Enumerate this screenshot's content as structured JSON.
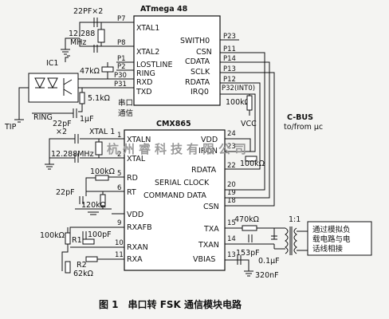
{
  "atmega": {
    "name": "ATmega 48",
    "pins_left": [
      "XTAL1",
      "XTAL2",
      "LOSTLINE",
      "RING",
      "RXD",
      "TXD"
    ],
    "pins_left_num": [
      "P7",
      "P8",
      "P1",
      "P2",
      "P30",
      "P31"
    ],
    "pins_right": [
      "SWITH0",
      "CSN",
      "CDATA",
      "SCLK",
      "RDATA",
      "IRQ0"
    ],
    "pins_right_num": [
      "P23",
      "P11",
      "P14",
      "P13",
      "P12",
      "P32(INT0)"
    ]
  },
  "cmx": {
    "name": "CMX865",
    "pins_left": [
      "XTALN",
      "XTAL",
      "RD",
      "RT",
      "VDD",
      "RXAFB",
      "RXAN",
      "RXA"
    ],
    "pins_left_num": [
      "1",
      "2",
      "5",
      "6",
      "9",
      "10",
      "11"
    ],
    "pins_right": [
      "VDD",
      "IRQN",
      "RDATA",
      "SERIAL CLOCK",
      "COMMAND DATA",
      "CSN",
      "TXA",
      "TXAN",
      "VBIAS"
    ],
    "pins_right_num": [
      "24",
      "23",
      "22",
      "20",
      "19",
      "18",
      "15",
      "14",
      "13"
    ]
  },
  "components": {
    "cap_top": "22PF×2",
    "xtal_top": "12.288",
    "xtal_top_unit": "MHz",
    "ic1": "IC1",
    "r47k": "47kΩ",
    "r51k": "5.1kΩ",
    "c1u": "1μF",
    "ring": "RING",
    "tip": "TIP",
    "serial_port": "串口",
    "serial_comm": "通信",
    "r100k_irq": "100kΩ",
    "vcc": "VCC",
    "r100k_right": "100kΩ",
    "cap_22p_x2": "22pF",
    "x2": "×2",
    "xtal_cmx": "12.288MHz",
    "xtal_label": "XTAL 1",
    "r100k_rd": "100kΩ",
    "c22p": "22pF",
    "r120k": "120kΩ",
    "c100p": "100pF",
    "r1_val": "100kΩ",
    "r1": "R1",
    "r2": "R2",
    "r2_val": "62kΩ",
    "r470k": "470kΩ",
    "c153p": "153pF",
    "c01u": "0.1μF",
    "c320n": "320nF",
    "ratio": "1:1",
    "cbus": "C-BUS",
    "cbus_dir": "to/from μc",
    "line_box_1": "通过模拟负",
    "line_box_2": "载电路与电",
    "line_box_3": "话线相接"
  },
  "watermark": "杭州睿科技有限公司",
  "caption": "图 1　串口转 FSK 通信模块电路"
}
